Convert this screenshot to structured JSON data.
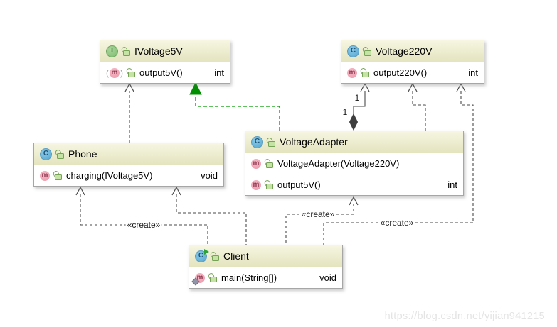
{
  "diagram": {
    "classes": [
      {
        "id": "ivoltage5v",
        "kind": "interface",
        "icon_letter": "I",
        "name": "IVoltage5V",
        "methods": [
          {
            "abstract": true,
            "signature": "output5V()",
            "returns": "int"
          }
        ]
      },
      {
        "id": "voltage220v",
        "kind": "class",
        "icon_letter": "C",
        "name": "Voltage220V",
        "methods": [
          {
            "signature": "output220V()",
            "returns": "int"
          }
        ]
      },
      {
        "id": "phone",
        "kind": "class",
        "icon_letter": "C",
        "name": "Phone",
        "methods": [
          {
            "signature": "charging(IVoltage5V)",
            "returns": "void"
          }
        ]
      },
      {
        "id": "voltageadapter",
        "kind": "class",
        "icon_letter": "C",
        "name": "VoltageAdapter",
        "constructors": [
          {
            "signature": "VoltageAdapter(Voltage220V)"
          }
        ],
        "methods": [
          {
            "signature": "output5V()",
            "returns": "int"
          }
        ]
      },
      {
        "id": "client",
        "kind": "class",
        "runnable": true,
        "icon_letter": "C",
        "name": "Client",
        "methods": [
          {
            "static": true,
            "signature": "main(String[])",
            "returns": "void"
          }
        ]
      }
    ],
    "edge_labels": {
      "create_phone": "«create»",
      "create_adapter": "«create»",
      "create_voltage220v": "«create»",
      "multiplicity_target": "1",
      "multiplicity_source": "1"
    },
    "colors": {
      "box_header_fill": "#eeeecd",
      "realization_green": "#009a00",
      "dependency_gray": "#4a4a4a",
      "class_icon_blue": "#54a5d0",
      "interface_icon_green": "#7cb96e",
      "method_icon_pink": "#eb97a9",
      "lock_green": "#76a356",
      "composition_diamond": "#3e3e3e"
    },
    "watermark": "https://blog.csdn.net/yijian941215"
  }
}
